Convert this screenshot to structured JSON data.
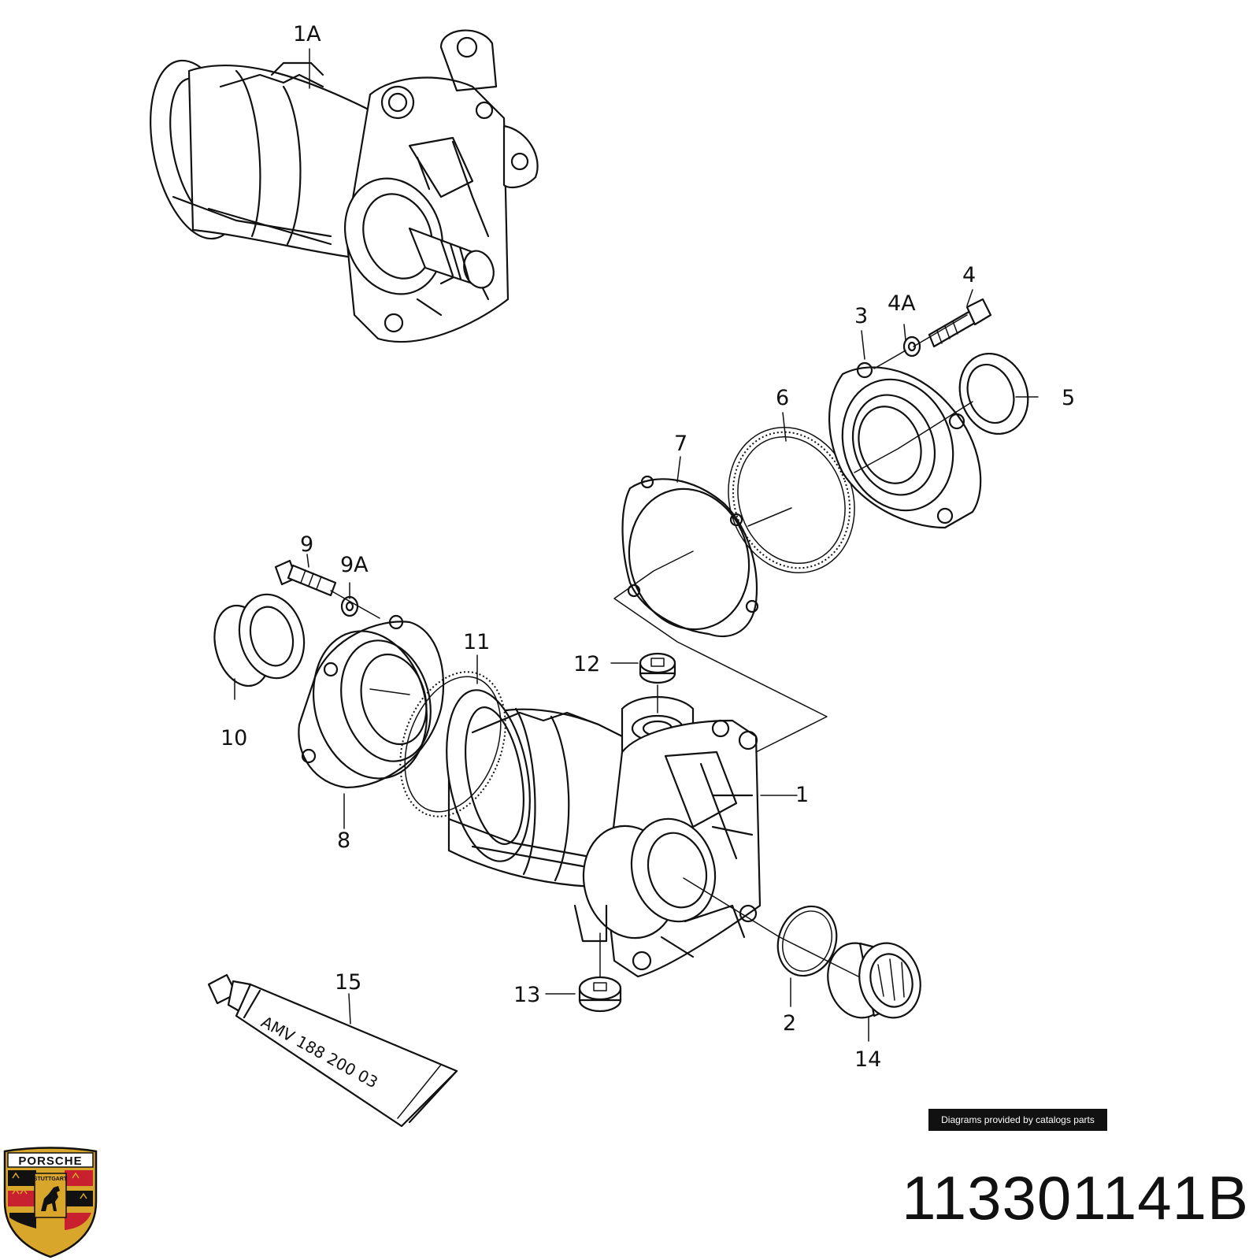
{
  "callouts": {
    "c1A": "1A",
    "c1": "1",
    "c2": "2",
    "c3": "3",
    "c4": "4",
    "c4A": "4A",
    "c5": "5",
    "c6": "6",
    "c7": "7",
    "c8": "8",
    "c9": "9",
    "c9A": "9A",
    "c10": "10",
    "c11": "11",
    "c12": "12",
    "c13": "13",
    "c14": "14",
    "c15": "15"
  },
  "tube_label": "AMV 188 200 03",
  "credit": "Diagrams provided by catalogs parts",
  "part_number": "113301141B",
  "logo": {
    "brand": "PORSCHE",
    "city": "STUTTGART",
    "colors": {
      "black": "#111111",
      "red": "#c8202f",
      "gold": "#d8a62a"
    }
  }
}
